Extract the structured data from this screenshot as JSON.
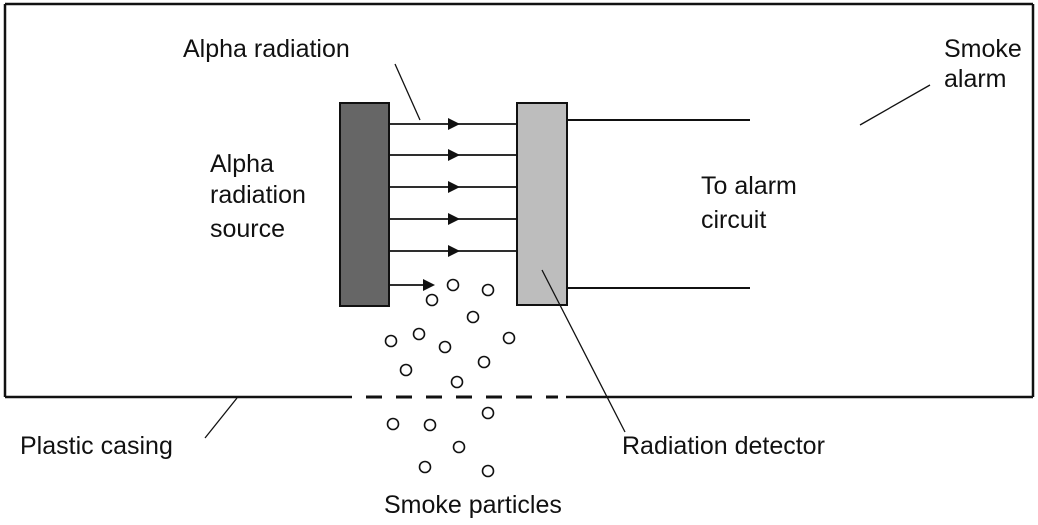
{
  "labels": {
    "alpha_radiation": "Alpha radiation",
    "smoke_alarm": [
      "Smoke",
      "alarm"
    ],
    "alpha_source": [
      "Alpha",
      "radiation",
      "source"
    ],
    "alarm_circuit": [
      "To alarm",
      "circuit"
    ],
    "plastic_casing": "Plastic casing",
    "radiation_detector": "Radiation detector",
    "smoke_particles": "Smoke particles"
  },
  "colors": {
    "outline": "#111111",
    "source_fill": "#666666",
    "detector_fill": "#bdbdbd",
    "background": "#ffffff"
  },
  "alpha_ray_count": 6,
  "smoke_particle_count": 17
}
